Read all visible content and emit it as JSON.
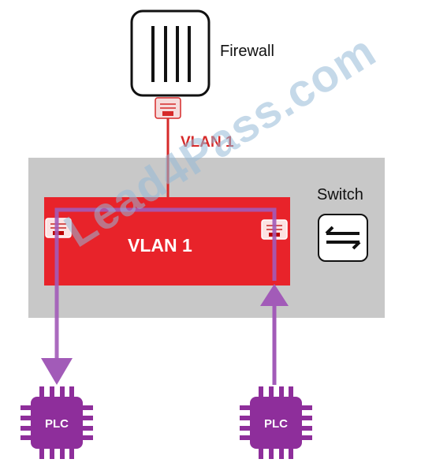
{
  "firewall": {
    "label": "Firewall",
    "icon": "firewall-icon"
  },
  "uplink": {
    "label": "VLAN 1",
    "color": "#d62a2a"
  },
  "switch": {
    "label": "Switch",
    "icon": "switch-arrows-icon",
    "body_color": "#c8c8c8",
    "vlan": {
      "label": "VLAN 1",
      "color": "#e8232a"
    }
  },
  "devices": [
    {
      "label": "PLC",
      "icon": "plc-chip-icon",
      "color": "#8e2e9b"
    },
    {
      "label": "PLC",
      "icon": "plc-chip-icon",
      "color": "#8e2e9b"
    }
  ],
  "traffic_path": {
    "color": "#a25bb8"
  },
  "watermark": {
    "text": "Lead4Pass.com"
  }
}
